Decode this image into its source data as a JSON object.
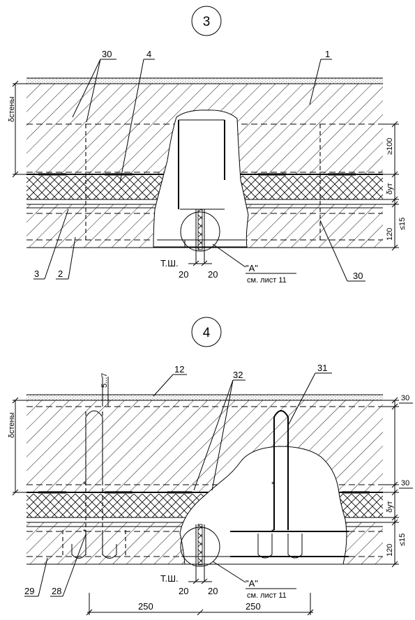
{
  "detail_3": {
    "number": "3",
    "callouts": [
      "30",
      "4",
      "1",
      "3",
      "2",
      "30"
    ],
    "dims": {
      "wall_thickness": "δстены",
      "min_100": "≥100",
      "insulation": "δут",
      "max_15": "≤15",
      "layer_120": "120"
    },
    "ts_label": "Т.Ш.",
    "joint_widths": [
      "20",
      "20"
    ],
    "node_ref": {
      "name": "\"А\"",
      "sheet": "см. лист 11"
    }
  },
  "detail_4": {
    "number": "4",
    "callouts": [
      "12",
      "32",
      "31",
      "29",
      "28"
    ],
    "dims": {
      "gap": "5...7",
      "wall_thickness": "δстены",
      "cover_top": "30",
      "cover_mid": "30",
      "insulation": "δут",
      "max_15": "≤15",
      "layer_120": "120",
      "span_left": "250",
      "span_right": "250"
    },
    "ts_label": "Т.Ш.",
    "joint_widths": [
      "20",
      "20"
    ],
    "node_ref": {
      "name": "\"А\"",
      "sheet": "см. лист 11"
    }
  }
}
